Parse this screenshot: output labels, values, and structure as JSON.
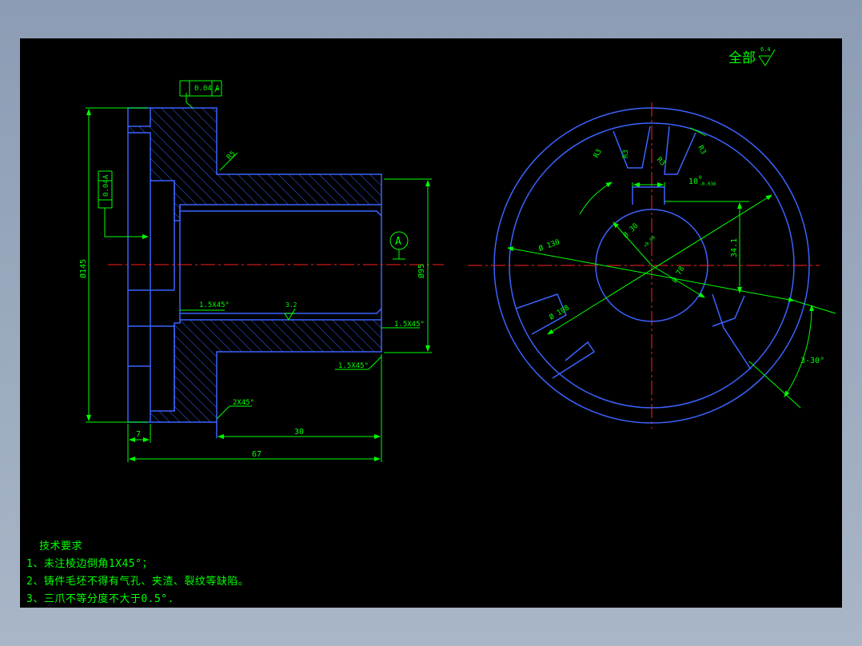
{
  "roughness": {
    "label": "全部",
    "value": "6.4"
  },
  "section": {
    "dia_outer": "Ø145",
    "dia_bore": "Ø95",
    "r_fillet": "R5",
    "runout_top": "0.04",
    "runout_ref": "A",
    "runout_left": "0.04",
    "runout_left_ref": "A",
    "chamfer_inner": "1.5X45°",
    "chamfer_right": "1.5X45°",
    "chamfer_bottom": "1.5X45°",
    "chamfer_2": "2X45°",
    "surface_finish": "3.2",
    "datum": "A",
    "len_7": "7",
    "len_30": "30",
    "len_67": "67"
  },
  "front": {
    "r_top_left": "R3",
    "r_top_mid": "R3",
    "r_top_mid2": "R3",
    "r_top_right": "R3",
    "keyway_width": "10",
    "keyway_tol_upper": "0",
    "keyway_tol_lower": "-0.036",
    "keyway_depth": "34.1",
    "bore_dia": "Ø 30",
    "bore_tol": "+0.04",
    "dia_78": "Ø 78",
    "dia_130": "Ø 130",
    "dia_108": "Ø 108",
    "angle": "3-30°"
  },
  "tech": {
    "title": "技术要求",
    "items": [
      "1、未注棱边倒角1X45°；",
      "2、铸件毛坯不得有气孔、夹渣、裂纹等缺陷。",
      "3、三爪不等分度不大于0.5°."
    ]
  }
}
